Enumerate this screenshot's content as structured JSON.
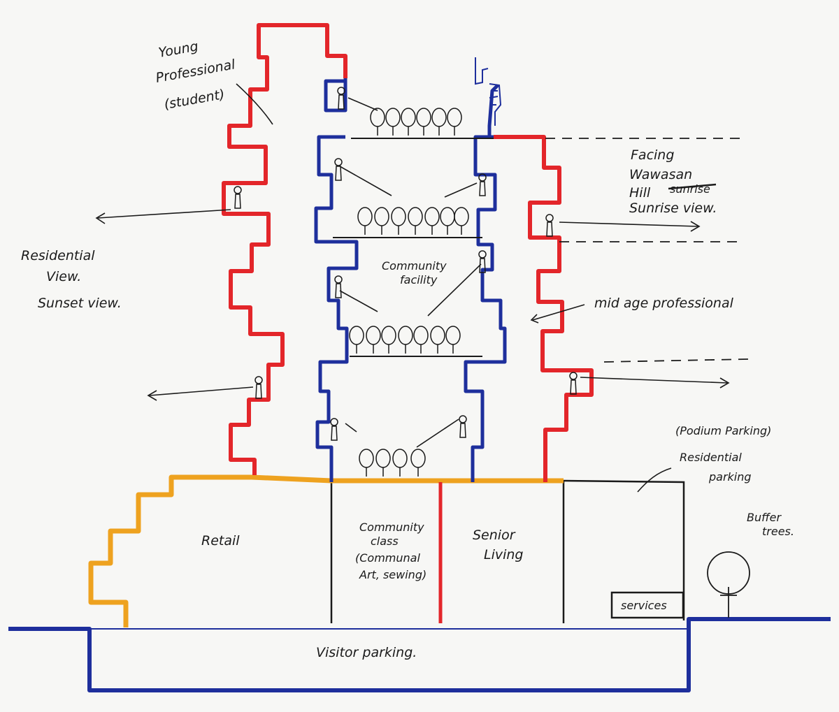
{
  "colors": {
    "residential": "#e3262a",
    "community": "#1e2f9c",
    "retail": "#eea21f",
    "ink": "#1a1a1a",
    "paper": "#f7f7f5"
  },
  "labels": {
    "young_prof_1": "Young",
    "young_prof_2": "Professional",
    "young_prof_3": "(student)",
    "residential_view_1": "Residential",
    "residential_view_2": "View.",
    "sunset_view": "Sunset  view.",
    "facing_1": "Facing",
    "facing_2": "Wawasan",
    "facing_3": "Hill",
    "facing_strike": "sunrise",
    "facing_4": "Sunrise  view.",
    "community_facility_1": "Community",
    "community_facility_2": "facility",
    "mid_age": "mid age  professional",
    "podium_parking": "(Podium Parking)",
    "residential_parking_1": "Residential",
    "residential_parking_2": "parking",
    "retail": "Retail",
    "community_class_1": "Community",
    "community_class_2": "class",
    "community_class_3": "(Communal",
    "community_class_4": "Art, sewing)",
    "senior_1": "Senior",
    "senior_2": "Living",
    "services": "services",
    "buffer_1": "Buffer",
    "buffer_2": "trees.",
    "visitor_parking": "Visitor  parking."
  }
}
